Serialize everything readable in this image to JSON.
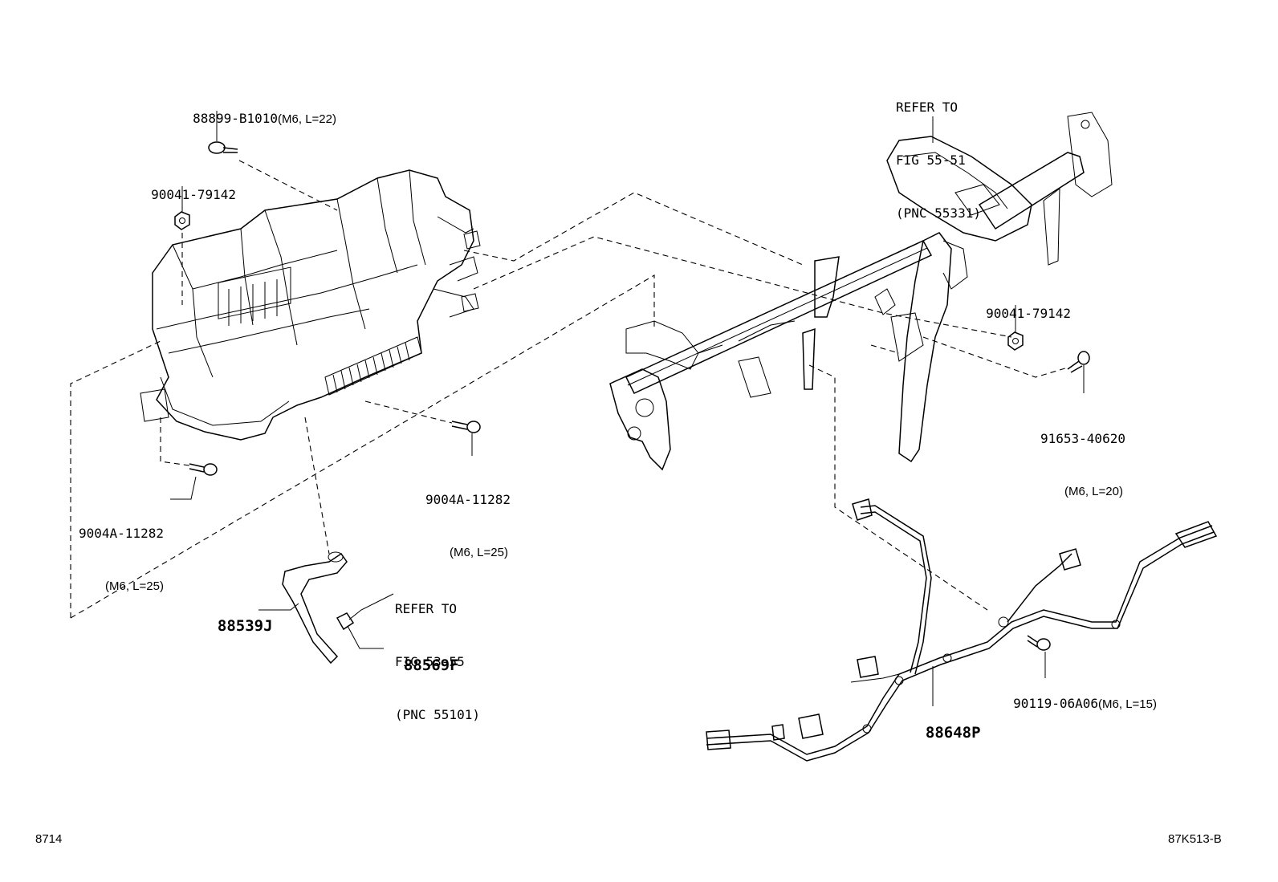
{
  "labels": {
    "bolt_top": {
      "part": "88899-B1010",
      "spec": "(M6, L=22)"
    },
    "nut_left": {
      "part": "90041-79142"
    },
    "bolt_left": {
      "part": "9004A-11282",
      "spec": "(M6, L=25)"
    },
    "bolt_center": {
      "part": "9004A-11282",
      "spec": "(M6, L=25)"
    },
    "sensor": {
      "part": "88539J"
    },
    "clip": {
      "part": "88569F"
    },
    "ref_lower": {
      "line1": "REFER TO",
      "line2": "FIG 53-55",
      "line3": "(PNC 55101)"
    },
    "ref_upper": {
      "line1": "REFER TO",
      "line2": "FIG 55-51",
      "line3": "(PNC 55331)"
    },
    "nut_right": {
      "part": "90041-79142"
    },
    "bolt_right": {
      "part": "91653-40620",
      "spec": "(M6, L=20)"
    },
    "harness_bolt": {
      "part": "90119-06A06",
      "spec": "(M6, L=15)"
    },
    "harness": {
      "part": "88648P"
    }
  },
  "footer": {
    "left_code": "8714",
    "right_code": "87K513-B"
  }
}
